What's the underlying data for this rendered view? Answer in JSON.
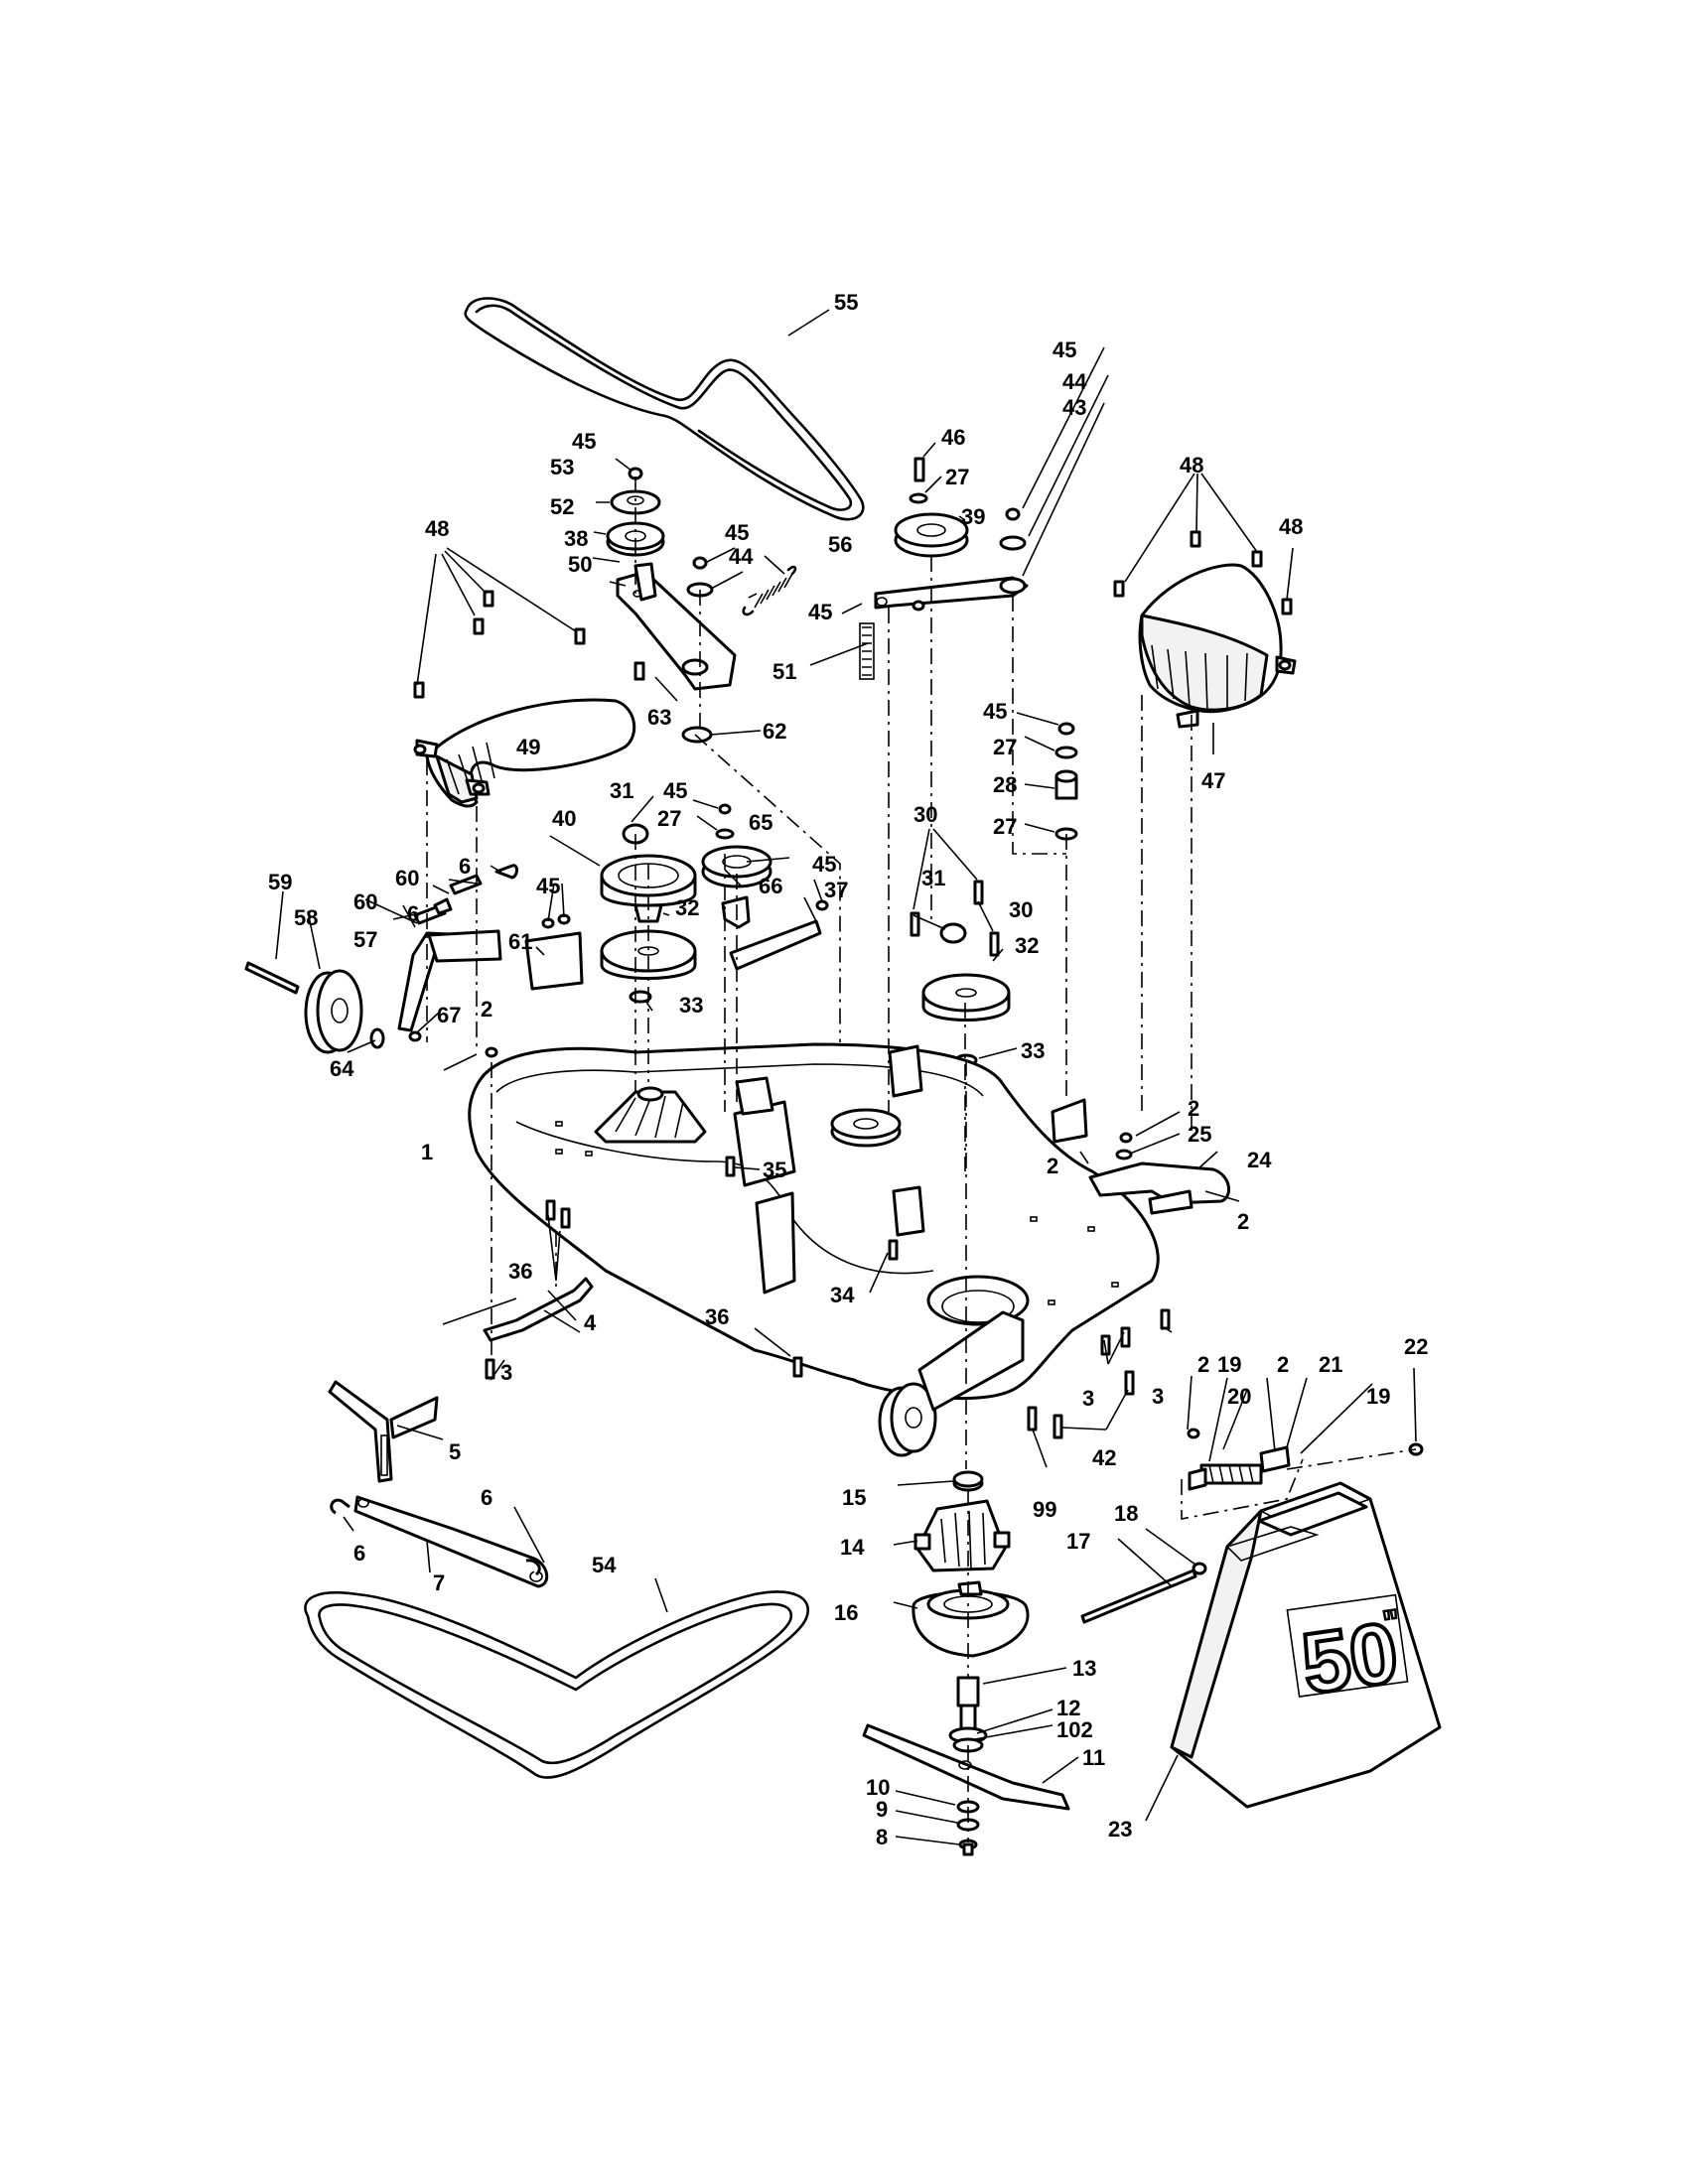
{
  "deck_size_label": "50",
  "deck_size_mark": "\"",
  "callouts": [
    "1",
    "2",
    "3",
    "4",
    "5",
    "6",
    "7",
    "8",
    "9",
    "10",
    "11",
    "12",
    "13",
    "14",
    "15",
    "16",
    "17",
    "18",
    "19",
    "20",
    "21",
    "22",
    "23",
    "24",
    "25",
    "27",
    "28",
    "30",
    "31",
    "32",
    "33",
    "34",
    "35",
    "36",
    "37",
    "38",
    "39",
    "40",
    "42",
    "43",
    "44",
    "45",
    "46",
    "47",
    "48",
    "49",
    "50",
    "51",
    "52",
    "53",
    "54",
    "55",
    "56",
    "57",
    "58",
    "59",
    "60",
    "61",
    "62",
    "63",
    "64",
    "65",
    "66",
    "67",
    "99",
    "102"
  ]
}
